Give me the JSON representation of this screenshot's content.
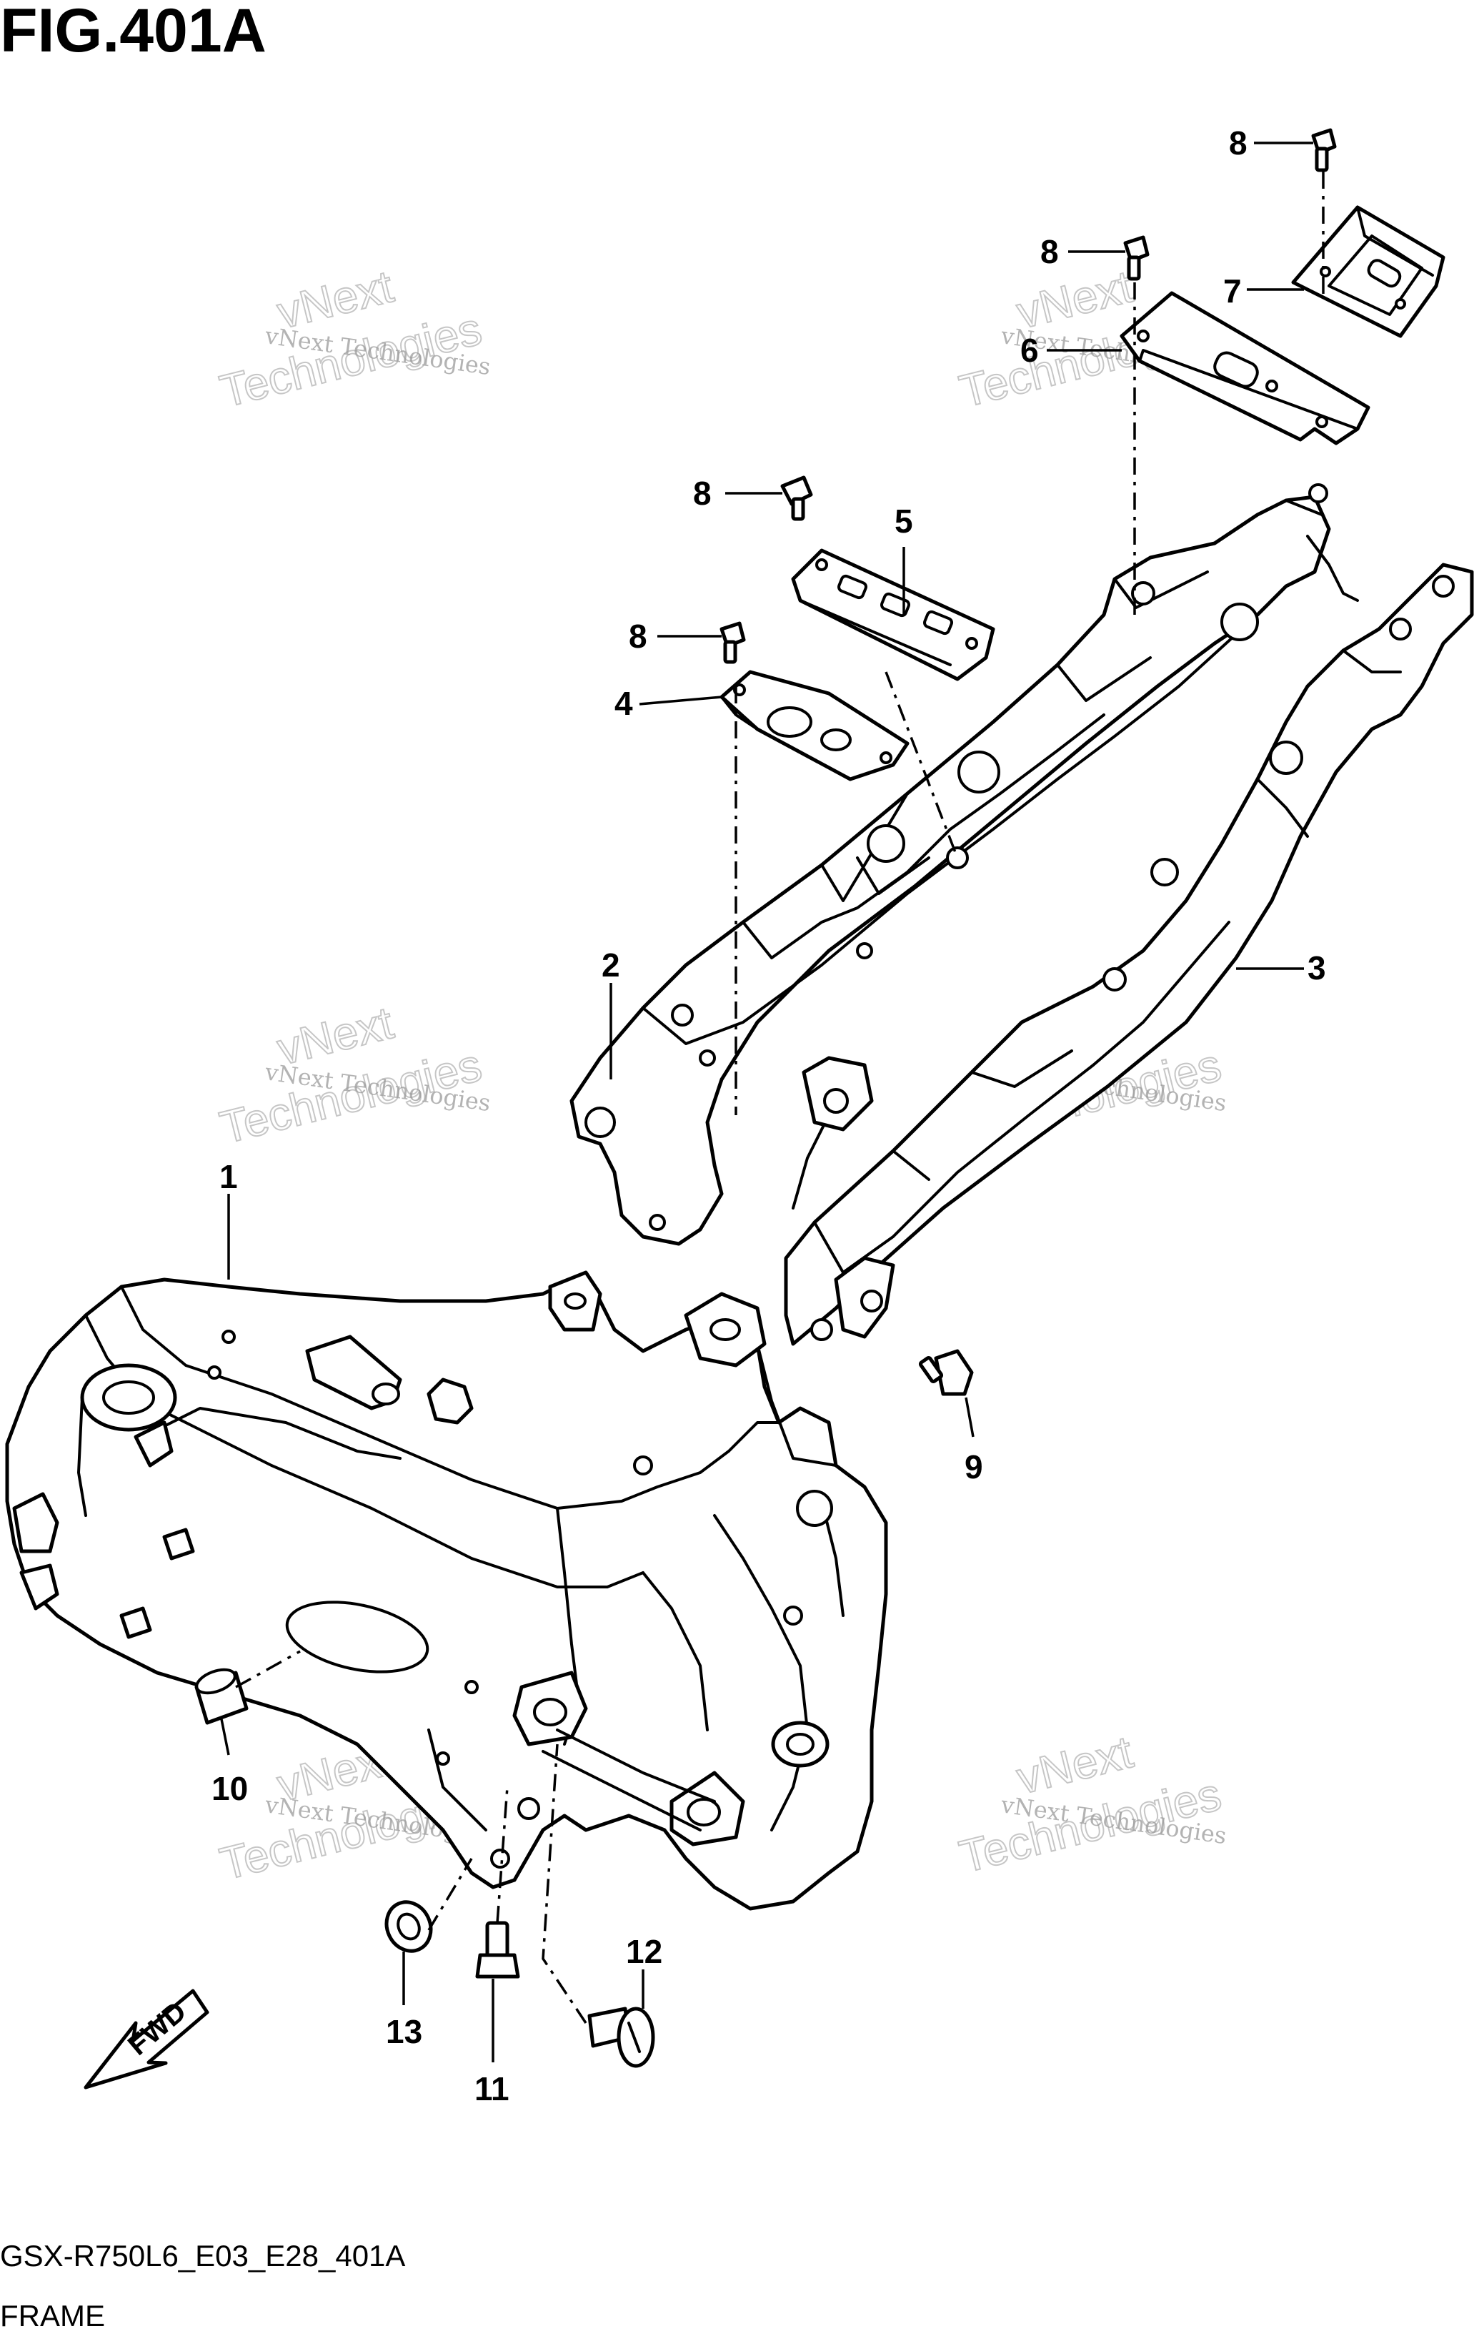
{
  "figure_title": "FIG.401A",
  "model_code": "GSX-R750L6_E03_E28_401A",
  "section_name": "FRAME",
  "direction_label": "FWD",
  "watermark": {
    "line1": "vNext Technologies",
    "line2": "vNext",
    "line3": "Technologies"
  },
  "callouts": {
    "c1": "1",
    "c2": "2",
    "c3": "3",
    "c4": "4",
    "c5": "5",
    "c6": "6",
    "c7": "7",
    "c8a": "8",
    "c8b": "8",
    "c8c": "8",
    "c8d": "8",
    "c9": "9",
    "c10": "10",
    "c11": "11",
    "c12": "12",
    "c13": "13"
  }
}
